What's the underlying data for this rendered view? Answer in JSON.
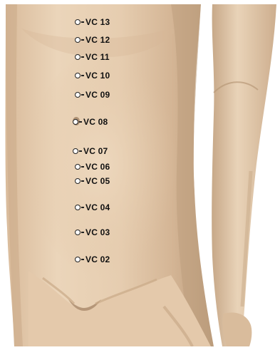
{
  "figure": {
    "skin_color": "#E6CDB0",
    "shadow_color": "#BFA182",
    "background": "#FFFFFF",
    "marker_color": "#222222"
  },
  "points": [
    {
      "label": "VC 13"
    },
    {
      "label": "VC 12"
    },
    {
      "label": "VC 11"
    },
    {
      "label": "VC 10"
    },
    {
      "label": "VC 09"
    },
    {
      "label": "VC 08"
    },
    {
      "label": "VC 07"
    },
    {
      "label": "VC 06"
    },
    {
      "label": "VC 05"
    },
    {
      "label": "VC 04"
    },
    {
      "label": "VC 03"
    },
    {
      "label": "VC 02"
    }
  ]
}
